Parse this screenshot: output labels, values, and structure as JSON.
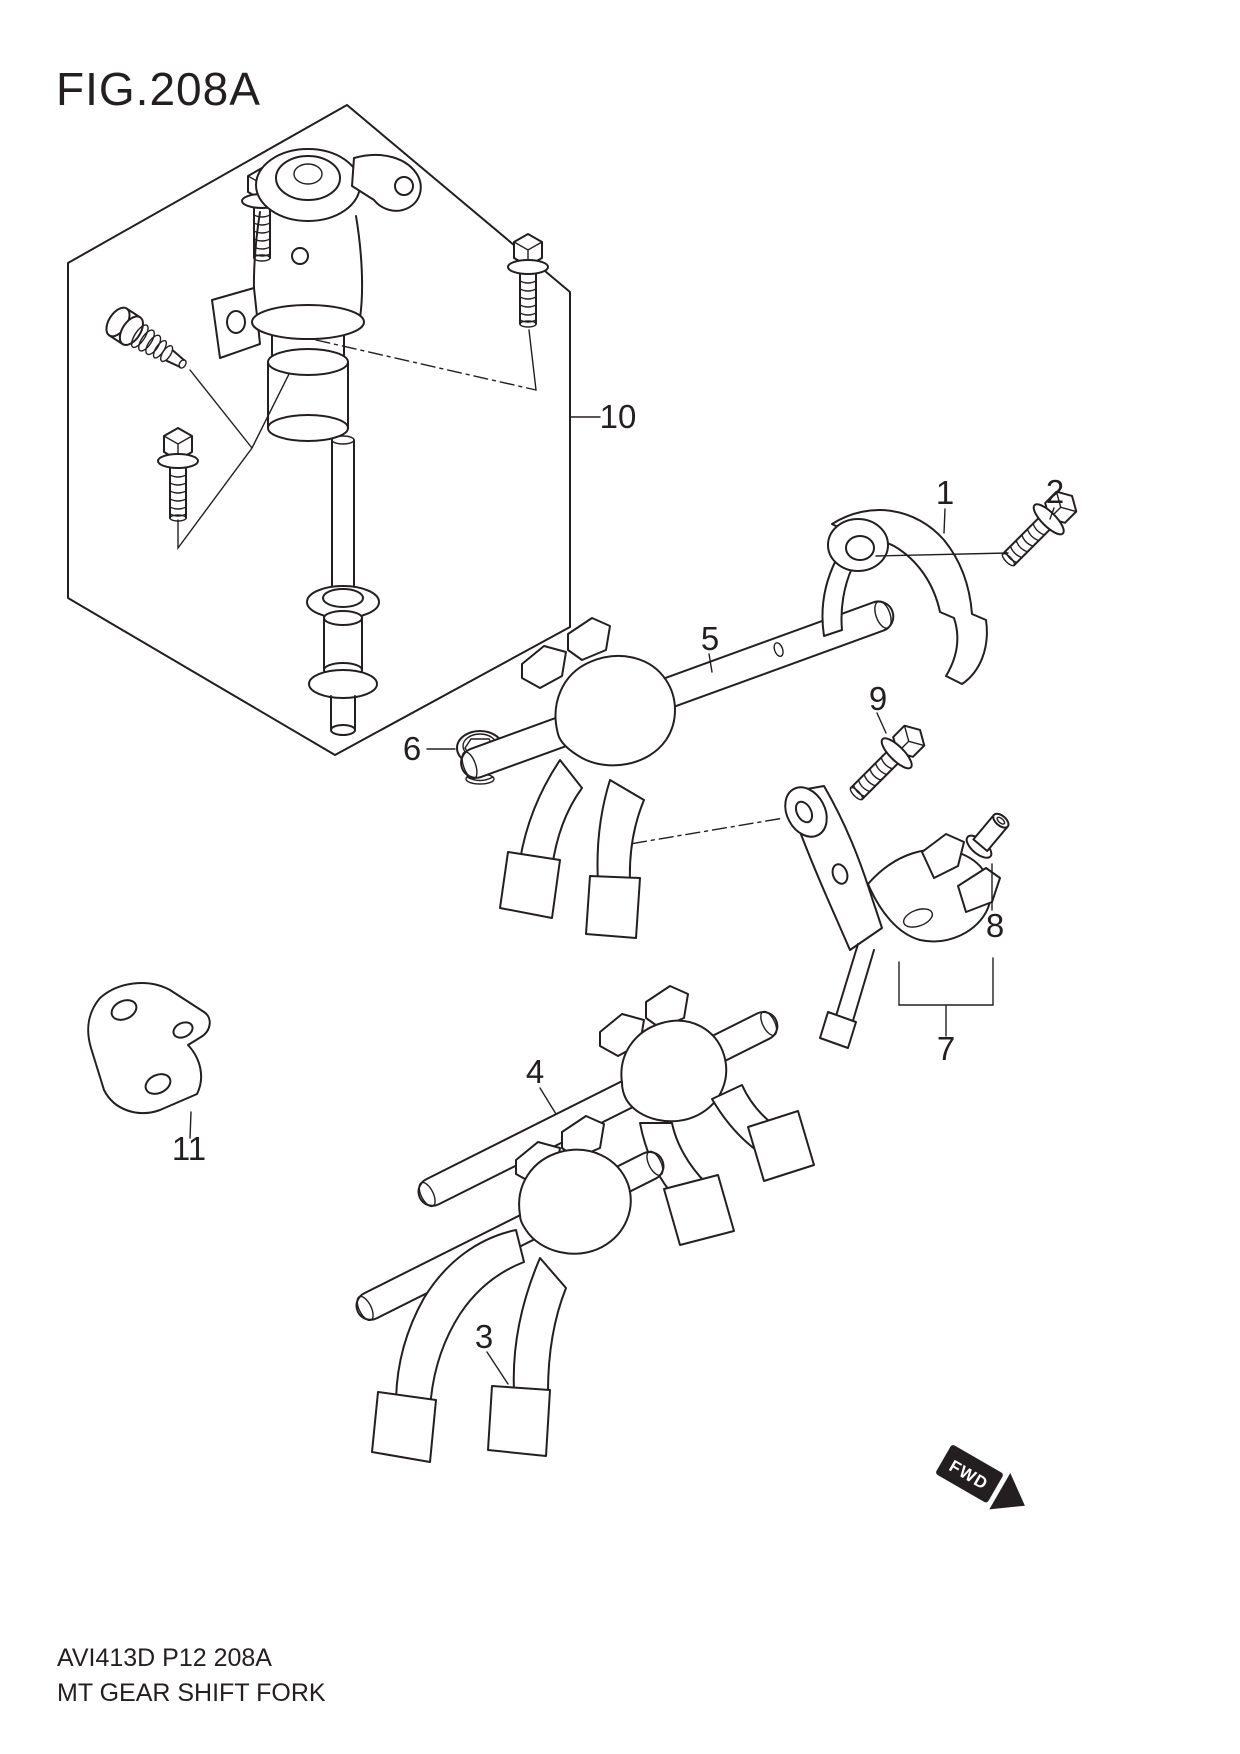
{
  "page": {
    "figure_title": "FIG.208A",
    "footer_code": "AVI413D P12 208A",
    "footer_caption": "MT GEAR SHIFT FORK",
    "fwd_label": "FWD",
    "ink_color": "#231f20",
    "paper_color": "#ffffff"
  },
  "callouts": [
    {
      "label": "1"
    },
    {
      "label": "2"
    },
    {
      "label": "3"
    },
    {
      "label": "4"
    },
    {
      "label": "5"
    },
    {
      "label": "6"
    },
    {
      "label": "7"
    },
    {
      "label": "8"
    },
    {
      "label": "9"
    },
    {
      "label": "10"
    },
    {
      "label": "11"
    }
  ]
}
